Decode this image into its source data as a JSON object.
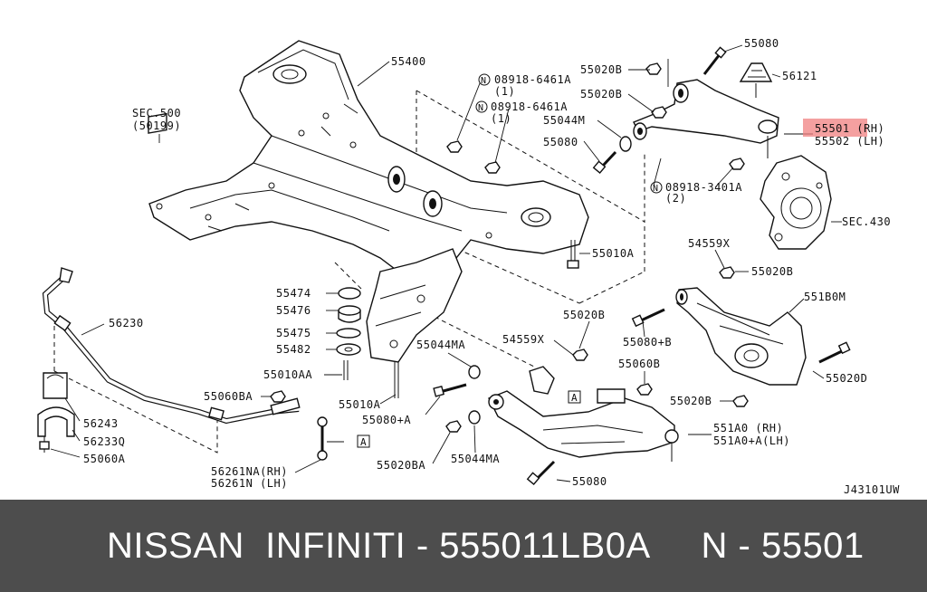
{
  "diagram": {
    "callouts": [
      {
        "id": "c1",
        "text": "55400"
      },
      {
        "id": "c2",
        "text": "SEC.500"
      },
      {
        "id": "c3",
        "text": "(50199)"
      },
      {
        "id": "c4",
        "text": "08918-6461A"
      },
      {
        "id": "c5",
        "text": "(1)"
      },
      {
        "id": "c6",
        "text": "08918-6461A"
      },
      {
        "id": "c7",
        "text": "(1)"
      },
      {
        "id": "c8",
        "text": "55020B"
      },
      {
        "id": "c9",
        "text": "55020B"
      },
      {
        "id": "c10",
        "text": "55044M"
      },
      {
        "id": "c11",
        "text": "55080"
      },
      {
        "id": "c12",
        "text": "55080"
      },
      {
        "id": "c13",
        "text": "56121"
      },
      {
        "id": "c14",
        "text": "55501 (RH)"
      },
      {
        "id": "c15",
        "text": "55502 (LH)"
      },
      {
        "id": "c16",
        "text": "08918-3401A"
      },
      {
        "id": "c17",
        "text": "(2)"
      },
      {
        "id": "c18",
        "text": "SEC.430"
      },
      {
        "id": "c19",
        "text": "55010A"
      },
      {
        "id": "c20",
        "text": "54559X"
      },
      {
        "id": "c21",
        "text": "55020B"
      },
      {
        "id": "c22",
        "text": "551B0M"
      },
      {
        "id": "c23",
        "text": "55474"
      },
      {
        "id": "c24",
        "text": "55476"
      },
      {
        "id": "c25",
        "text": "55475"
      },
      {
        "id": "c26",
        "text": "55482"
      },
      {
        "id": "c27",
        "text": "55010AA"
      },
      {
        "id": "c28",
        "text": "55010A"
      },
      {
        "id": "c29",
        "text": "56230"
      },
      {
        "id": "c30",
        "text": "55020B"
      },
      {
        "id": "c31",
        "text": "54559X"
      },
      {
        "id": "c32",
        "text": "55044MA"
      },
      {
        "id": "c33",
        "text": "55080+B"
      },
      {
        "id": "c34",
        "text": "55020D"
      },
      {
        "id": "c35",
        "text": "55060B"
      },
      {
        "id": "c36",
        "text": "55020B"
      },
      {
        "id": "c37",
        "text": "55060BA"
      },
      {
        "id": "c38",
        "text": "55080+A"
      },
      {
        "id": "c39",
        "text": "56243"
      },
      {
        "id": "c40",
        "text": "56233Q"
      },
      {
        "id": "c41",
        "text": "55060A"
      },
      {
        "id": "c42",
        "text": "55020BA"
      },
      {
        "id": "c43",
        "text": "55044MA"
      },
      {
        "id": "c44",
        "text": "551A0 (RH)"
      },
      {
        "id": "c45",
        "text": "551A0+A(LH)"
      },
      {
        "id": "c46",
        "text": "55080"
      },
      {
        "id": "c47",
        "text": "56261NA(RH)"
      },
      {
        "id": "c48",
        "text": "56261N (LH)"
      },
      {
        "id": "c49",
        "text": "J43101UW"
      }
    ],
    "markers": [
      {
        "id": "m1",
        "text": "N"
      },
      {
        "id": "m2",
        "text": "N"
      },
      {
        "id": "m3",
        "text": "N"
      },
      {
        "id": "m4",
        "text": "A"
      },
      {
        "id": "m5",
        "text": "A"
      }
    ]
  },
  "banner": {
    "text": "NISSAN  INFINITI - 555011LB0A     N - 55501",
    "highlight_color": "#f08080",
    "background_color": "#4d4d4d"
  }
}
